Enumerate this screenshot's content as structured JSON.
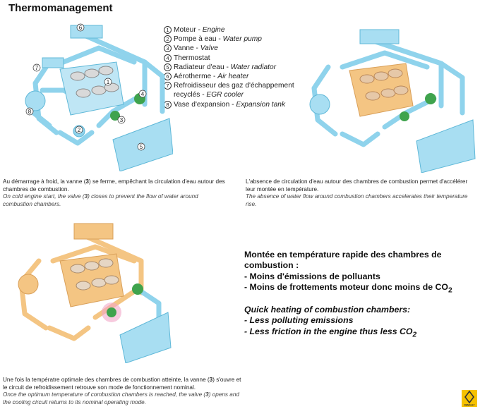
{
  "title": "Thermomanagement",
  "legend": [
    {
      "num": "1",
      "fr": "Moteur - ",
      "en": "Engine"
    },
    {
      "num": "2",
      "fr": "Pompe à eau - ",
      "en": "Water pump"
    },
    {
      "num": "3",
      "fr": "Vanne - ",
      "en": "Valve"
    },
    {
      "num": "4",
      "fr": "Thermostat",
      "en": ""
    },
    {
      "num": "5",
      "fr": "Radiateur d'eau - ",
      "en": "Water radiator"
    },
    {
      "num": "6",
      "fr": "Aérotherme - ",
      "en": "Air heater"
    },
    {
      "num": "7",
      "fr": "Refroidisseur des gaz d'échappement",
      "fr2": "recyclés - ",
      "en": "EGR cooler"
    },
    {
      "num": "8",
      "fr": "Vase d'expansion - ",
      "en": "Expansion tank"
    }
  ],
  "diagram_labels": [
    "1",
    "2",
    "3",
    "4",
    "5",
    "6",
    "7",
    "8"
  ],
  "captions": {
    "cold": {
      "fr1": "Au démarrage à froid, la vanne (",
      "fr_bold": "3",
      "fr2": ") se ferme, empêchant la circulation d'eau autour des chambres de combustion.",
      "en1": "On cold engine start, the valve (",
      "en_bold": "3",
      "en2": ") closes to prevent the flow of water around combustion chambers."
    },
    "absence": {
      "fr": "L'absence de circulation d'eau autour des chambres de combustion permet d'accélérer leur montée en température.",
      "en": "The absence of water flow around combustion chambers accelerates their temperature rise."
    },
    "optimal": {
      "fr1": "Une fois la températre optimale des chambres de combustion atteinte, la vanne (",
      "fr_bold": "3",
      "fr2": ") s'ouvre et le circuit de refroidissement retrouve son mode de fonctionnement nominal.",
      "en1": "Once the optimum temperature of combustion chambers is reached, the valve (",
      "en_bold": "3",
      "en2": ") opens and the cooling circuit returns to its nominal operating mode."
    }
  },
  "summary": {
    "fr_title": "Montée en température rapide des chambres de combustion :",
    "fr_items": [
      "- Moins d'émissions de polluants",
      "- Moins de frottements moteur donc moins de CO"
    ],
    "fr_sub": "2",
    "en_title": "Quick heating of combustion chambers:",
    "en_items": [
      "- Less polluting emissions",
      "- Less friction in the engine thus less CO"
    ],
    "en_sub": "2"
  },
  "logo_text": "RENAULT",
  "colors": {
    "cold_pipe": "#8fd3ec",
    "warm_pipe": "#f4c583",
    "valve_green": "#3fa34d",
    "valve_glow": "#f2a6c8",
    "logo_yellow": "#f6c200"
  }
}
